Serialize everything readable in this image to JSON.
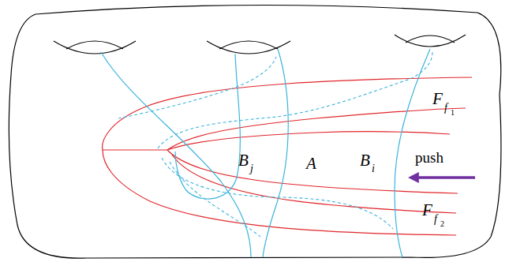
{
  "diagram": {
    "labels": [
      "B",
      "j",
      "A",
      "B",
      "i",
      "push",
      "F",
      "f",
      "1",
      "F",
      "f",
      "2"
    ]
  }
}
